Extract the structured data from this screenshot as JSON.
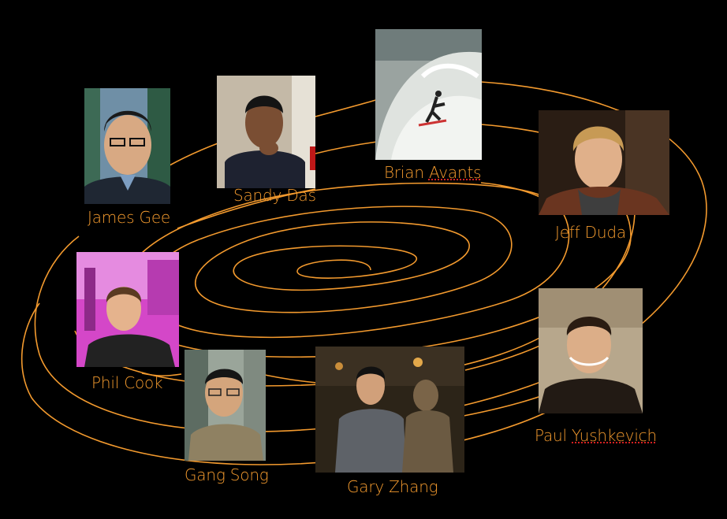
{
  "slide": {
    "background": "#000000",
    "spiral_color": "#f39a2e",
    "label_color": "#f39a2e"
  },
  "people": [
    {
      "id": "james-gee",
      "name": "James Gee",
      "photo_icon": "portrait-man-glasses-photo"
    },
    {
      "id": "sandy-das",
      "name": "Sandy Das",
      "photo_icon": "portrait-man-thinking-photo"
    },
    {
      "id": "brian-avants",
      "name_first": "Brian ",
      "name_last": "Avants",
      "photo_icon": "surfer-wave-photo"
    },
    {
      "id": "jeff-duda",
      "name": "Jeff Duda",
      "photo_icon": "portrait-blond-man-photo"
    },
    {
      "id": "phil-cook",
      "name": "Phil Cook",
      "photo_icon": "portrait-man-pink-background-photo"
    },
    {
      "id": "gang-song",
      "name": "Gang Song",
      "photo_icon": "portrait-man-glasses-street-photo"
    },
    {
      "id": "gary-zhang",
      "name": "Gary Zhang",
      "photo_icon": "man-with-statue-photo"
    },
    {
      "id": "paul-yushkevich",
      "name_first": "Paul ",
      "name_last": "Yushkevich",
      "photo_icon": "portrait-man-smiling-photo"
    }
  ]
}
